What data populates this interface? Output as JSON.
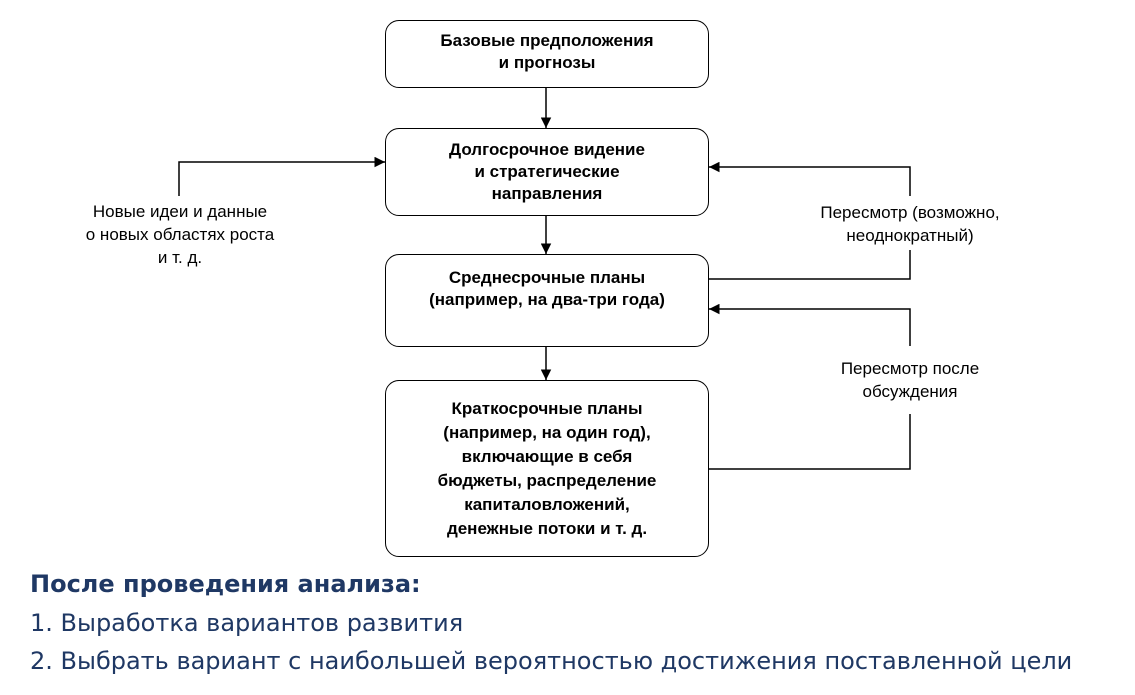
{
  "boxes": {
    "base": {
      "line1": "Базовые предположения",
      "line2": "и прогнозы"
    },
    "longterm": {
      "line1": "Долгосрочное видение",
      "line2": "и стратегические",
      "line3": "направления"
    },
    "midterm": {
      "line1": "Среднесрочные планы",
      "line2": "(например, на два-три года)"
    },
    "shortterm": {
      "line1": "Краткосрочные планы",
      "line2": "(например, на один год),",
      "line3": "включающие в себя",
      "line4": "бюджеты, распределение",
      "line5": "капиталовложений,",
      "line6": "денежные потоки и т. д."
    }
  },
  "notes": {
    "new_ideas": {
      "line1": "Новые идеи и данные",
      "line2": "о новых областях роста",
      "line3": "и т. д."
    },
    "revision": {
      "line1": "Пересмотр (возможно,",
      "line2": "неоднократный)"
    },
    "revision_after": {
      "line1": "Пересмотр после",
      "line2": "обсуждения"
    }
  },
  "footer": {
    "heading": "После проведения анализа:",
    "item1": "1. Выработка вариантов развития",
    "item2": "2. Выбрать вариант с наибольшей вероятностью достижения поставленной цели"
  },
  "colors": {
    "footer_text": "#1f3864",
    "line": "#000000"
  }
}
